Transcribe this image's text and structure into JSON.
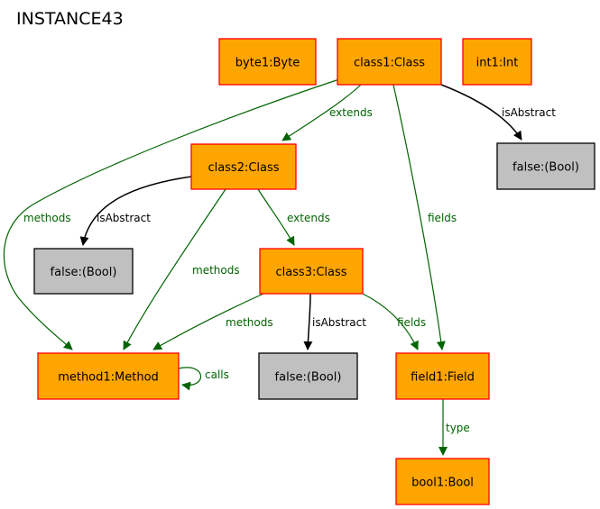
{
  "title": "INSTANCE43",
  "colors": {
    "object_fill": "#ffa500",
    "object_border": "#ff0000",
    "value_fill": "#c0c0c0",
    "value_border": "#000000",
    "ref_edge": "#006400",
    "attr_edge": "#000000"
  },
  "nodes": [
    {
      "id": "byte1",
      "label": "byte1:Byte",
      "kind": "object"
    },
    {
      "id": "class1",
      "label": "class1:Class",
      "kind": "object"
    },
    {
      "id": "int1",
      "label": "int1:Int",
      "kind": "object"
    },
    {
      "id": "class2",
      "label": "class2:Class",
      "kind": "object"
    },
    {
      "id": "false1",
      "label": "false:(Bool)",
      "kind": "value"
    },
    {
      "id": "false2",
      "label": "false:(Bool)",
      "kind": "value"
    },
    {
      "id": "class3",
      "label": "class3:Class",
      "kind": "object"
    },
    {
      "id": "method1",
      "label": "method1:Method",
      "kind": "object"
    },
    {
      "id": "false3",
      "label": "false:(Bool)",
      "kind": "value"
    },
    {
      "id": "field1",
      "label": "field1:Field",
      "kind": "object"
    },
    {
      "id": "bool1",
      "label": "bool1:Bool",
      "kind": "object"
    }
  ],
  "edges": [
    {
      "id": "e1",
      "from": "class1",
      "to": "class2",
      "label": "extends",
      "kind": "ref"
    },
    {
      "id": "e2",
      "from": "class1",
      "to": "false1",
      "label": "isAbstract",
      "kind": "attr"
    },
    {
      "id": "e3",
      "from": "class1",
      "to": "method1",
      "label": "methods",
      "kind": "ref"
    },
    {
      "id": "e4",
      "from": "class1",
      "to": "field1",
      "label": "fields",
      "kind": "ref"
    },
    {
      "id": "e5",
      "from": "class2",
      "to": "false2",
      "label": "isAbstract",
      "kind": "attr"
    },
    {
      "id": "e6",
      "from": "class2",
      "to": "class3",
      "label": "extends",
      "kind": "ref"
    },
    {
      "id": "e7",
      "from": "class2",
      "to": "method1",
      "label": "methods",
      "kind": "ref"
    },
    {
      "id": "e8",
      "from": "class3",
      "to": "method1",
      "label": "methods",
      "kind": "ref"
    },
    {
      "id": "e9",
      "from": "class3",
      "to": "false3",
      "label": "isAbstract",
      "kind": "attr"
    },
    {
      "id": "e10",
      "from": "class3",
      "to": "field1",
      "label": "fields",
      "kind": "ref"
    },
    {
      "id": "e11",
      "from": "method1",
      "to": "method1",
      "label": "calls",
      "kind": "ref"
    },
    {
      "id": "e12",
      "from": "field1",
      "to": "bool1",
      "label": "type",
      "kind": "ref"
    }
  ]
}
